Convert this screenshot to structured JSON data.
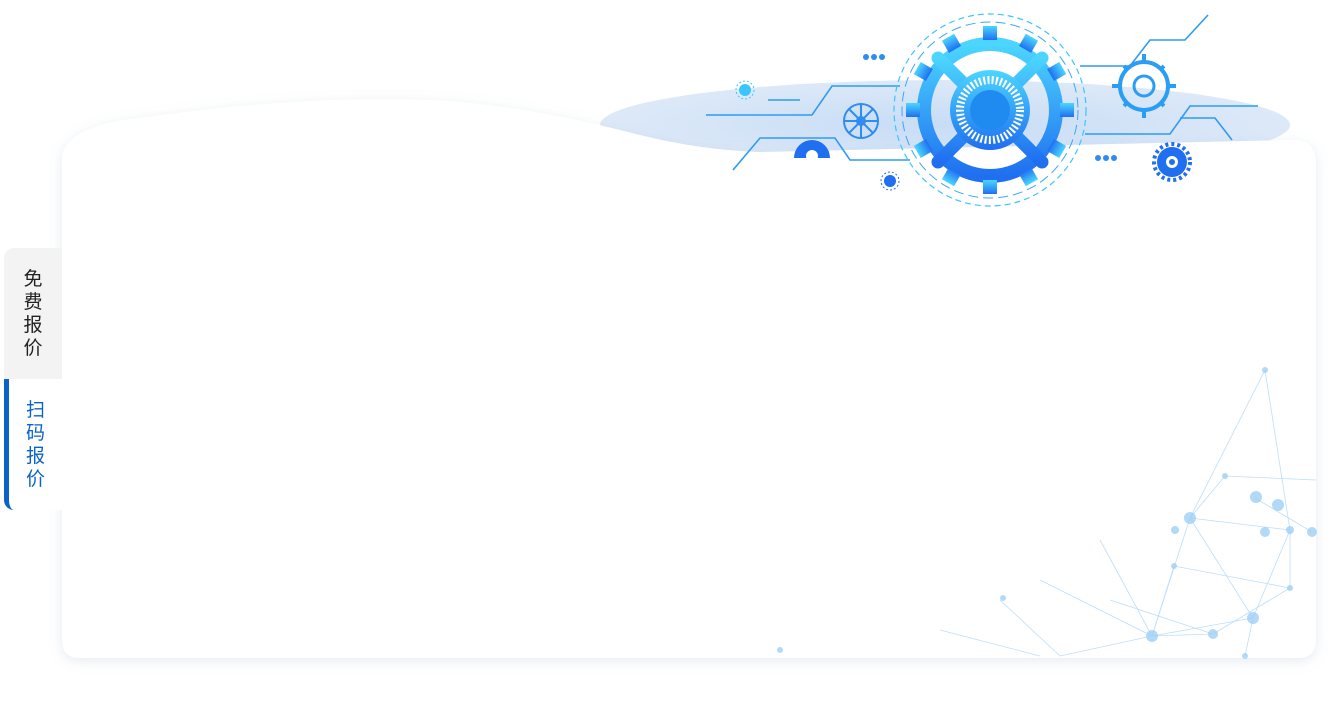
{
  "sidebar": {
    "tabs": [
      {
        "label": [
          "免",
          "费",
          "报",
          "价"
        ],
        "active": false
      },
      {
        "label": [
          "扫",
          "码",
          "报",
          "价"
        ],
        "active": true
      }
    ]
  },
  "colors": {
    "accent": "#0a63c7",
    "inactive_tab_bg": "#f3f3f3",
    "illustration_blue": "#1f8bf0",
    "illustration_cyan": "#39c6ff"
  },
  "icons": [
    "gear-icon",
    "circuit-line-icon",
    "network-mesh-icon"
  ]
}
